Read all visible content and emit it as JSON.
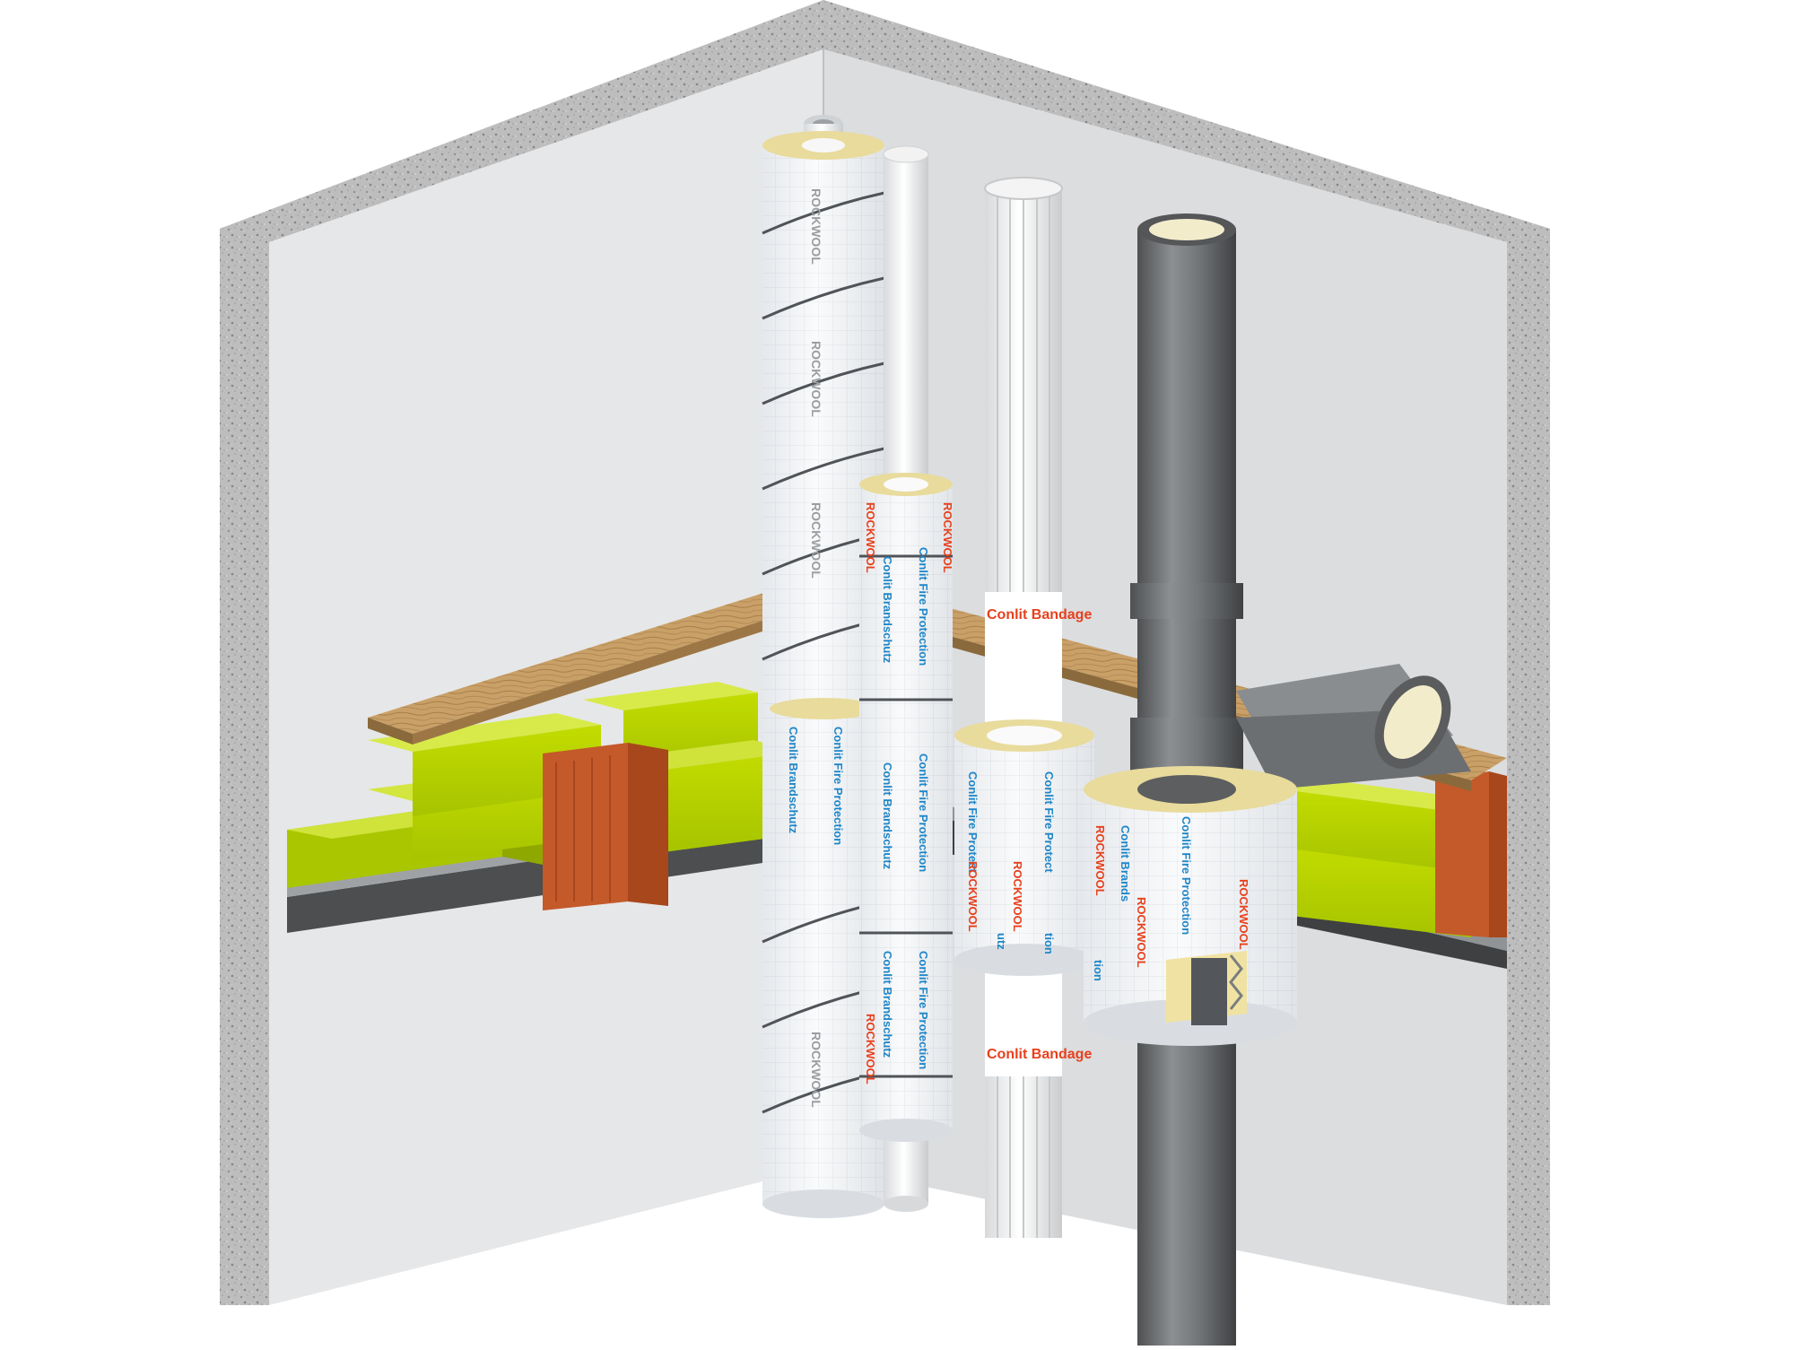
{
  "brand": {
    "name": "ROCKWOOL",
    "color_red": "#e8401c",
    "color_grey": "#9a9ea2"
  },
  "products": {
    "brandschutz": "Conlit Brandschutz",
    "fire_protection": "Conlit Fire Protection",
    "fire_protection_partial": "Conlit Fire Protect",
    "brandschutz_partial": "Conlit Brands",
    "brandschutz_cut": "Conlit Brandschutz",
    "bandage": "Conlit Bandage",
    "bandage_label_2": "Conlit Bandage",
    "ion_fragment": "tion",
    "utz_fragment": "utz",
    "tion_fragment": "tion"
  },
  "colors": {
    "concrete": "#b9b9b9",
    "wall": "#e3e4e5",
    "insulation_green": "#b7d400",
    "wood_top": "#c9a067",
    "beam": "#c9622a",
    "steel_pipe": "#6e7072",
    "text_blue": "#1e86c8"
  }
}
